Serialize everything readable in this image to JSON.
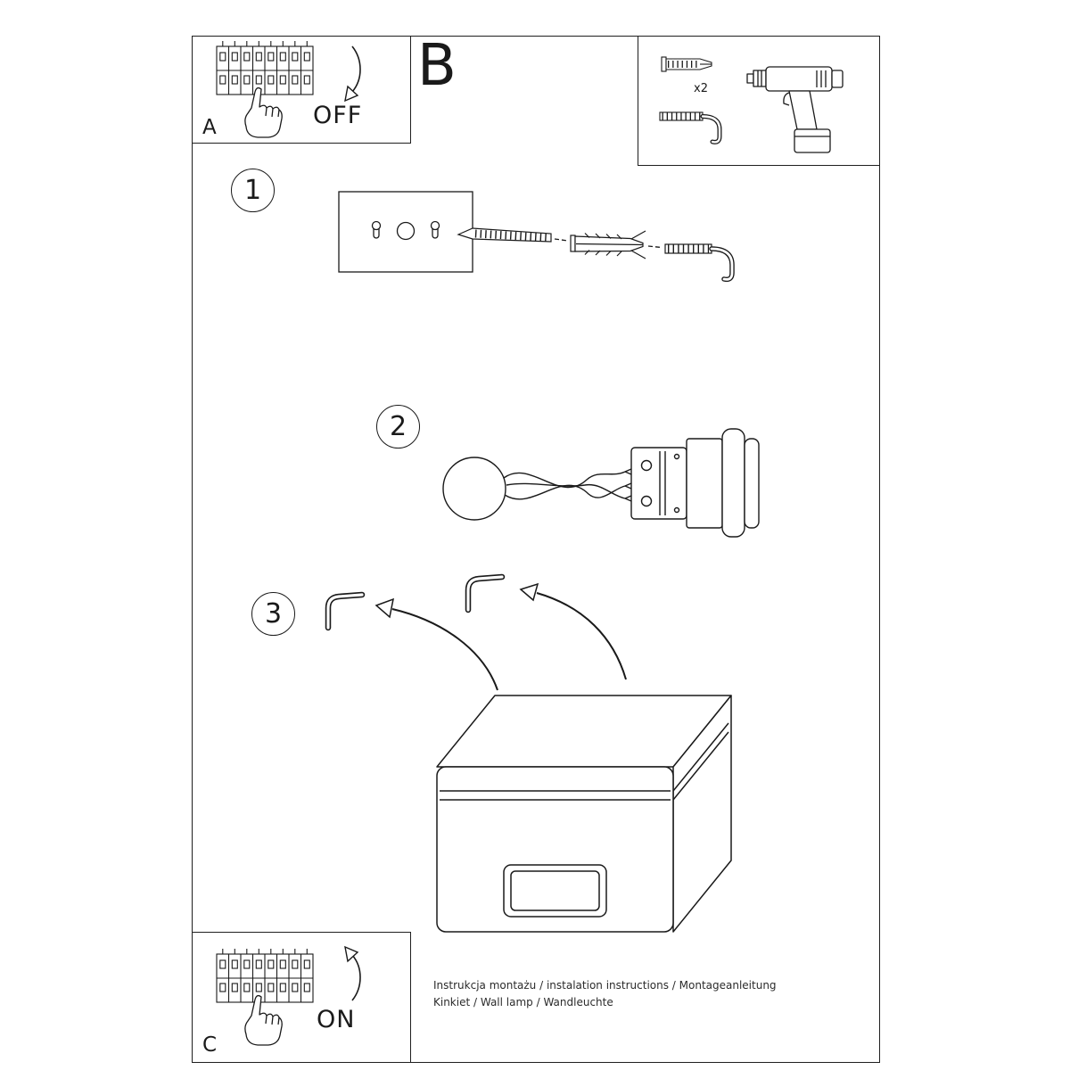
{
  "sheet": {
    "model_label": "B",
    "footer": {
      "line1": "Instrukcja montażu / instalation instructions / Montageanleitung",
      "line2": "Kinkiet / Wall lamp / Wandleuchte"
    },
    "line_color": "#1a1a1a",
    "background_color": "#ffffff"
  },
  "power_off_box": {
    "label": "A",
    "switch_state": "OFF"
  },
  "power_on_box": {
    "label": "C",
    "switch_state": "ON"
  },
  "tools_box": {
    "quantity_label": "x2"
  },
  "steps": [
    {
      "number": "1"
    },
    {
      "number": "2"
    },
    {
      "number": "3"
    }
  ],
  "icons": {
    "power_off_box": [
      "breaker-panel",
      "pointing-hand",
      "curved-arrow-down"
    ],
    "power_on_box": [
      "breaker-panel",
      "pointing-hand",
      "curved-arrow-up"
    ],
    "tools_box": [
      "wall-plug",
      "hook-screw",
      "cordless-drill"
    ],
    "step1": [
      "mounting-plate",
      "screw",
      "wall-anchor",
      "hook-screw"
    ],
    "step2": [
      "cable-ball",
      "wires",
      "lamp-socket"
    ],
    "step3": [
      "mounting-hook",
      "mounting-hook",
      "mounting-arrows",
      "cube-lamp-body"
    ]
  }
}
